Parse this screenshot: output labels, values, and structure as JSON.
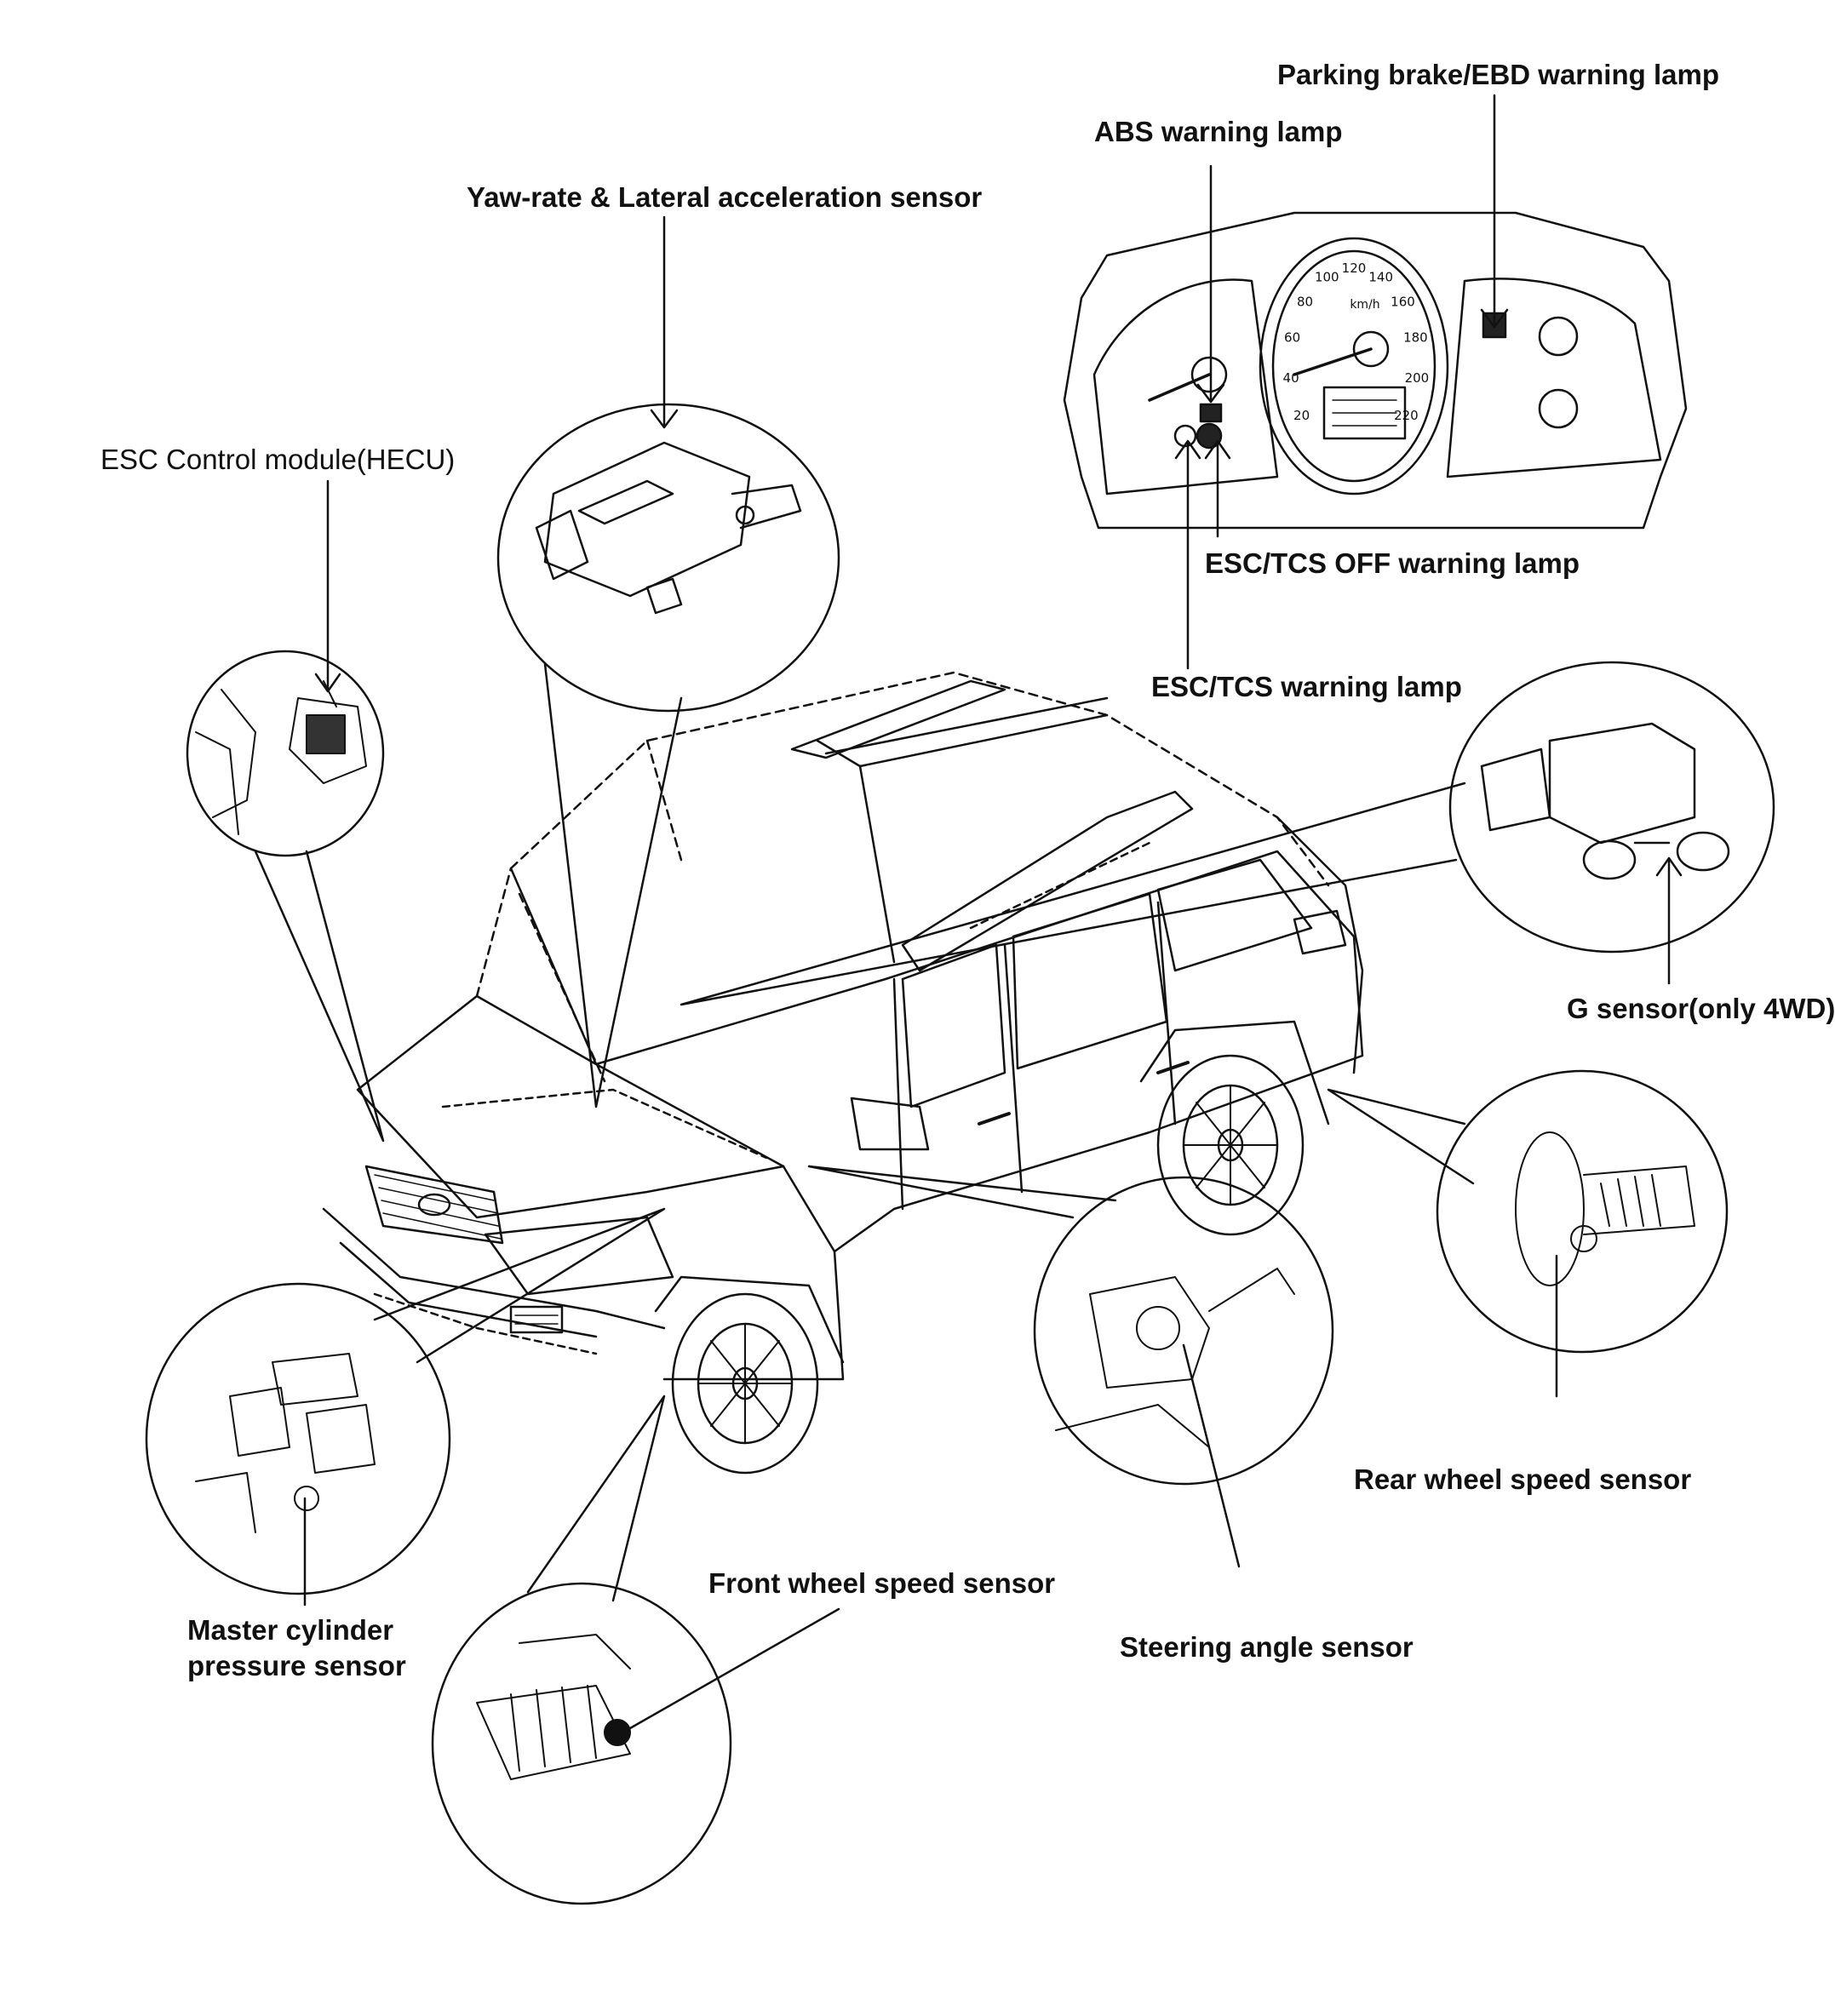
{
  "labels": {
    "parking_brake_ebd": "Parking brake/EBD warning lamp",
    "abs": "ABS warning lamp",
    "yaw_rate": "Yaw-rate & Lateral acceleration sensor",
    "esc_control_module": "ESC Control module(HECU)",
    "esc_tcs_off": "ESC/TCS OFF warning lamp",
    "esc_tcs": "ESC/TCS warning lamp",
    "g_sensor": "G sensor(only 4WD)",
    "rear_wheel_speed": "Rear wheel speed sensor",
    "front_wheel_speed": "Front wheel speed sensor",
    "steering_angle": "Steering angle sensor",
    "master_cylinder_1": "Master cylinder",
    "master_cylinder_2": "pressure sensor"
  },
  "cluster": {
    "speed_unit": "km/h",
    "speed_ticks": [
      "20",
      "40",
      "60",
      "80",
      "100",
      "120",
      "140",
      "160",
      "180",
      "200",
      "220"
    ]
  },
  "colors": {
    "ink": "#111111",
    "paper": "#ffffff"
  }
}
